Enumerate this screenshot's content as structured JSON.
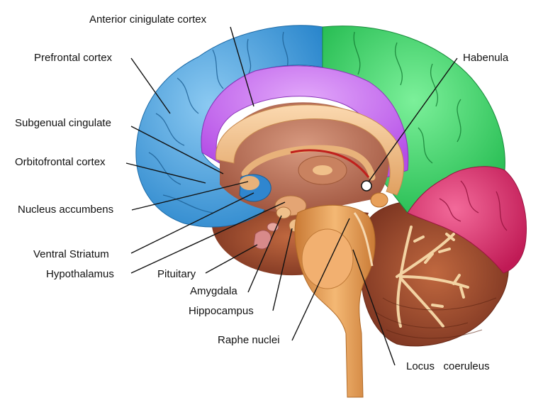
{
  "labels": {
    "anterior_cingulate": "Anterior cinigulate cortex",
    "prefrontal": "Prefrontal cortex",
    "subgenual": "Subgenual cingulate",
    "orbitofrontal": "Orbitofrontal cortex",
    "nucleus_accumbens": "Nucleus accumbens",
    "ventral_striatum": "Ventral Striatum",
    "hypothalamus": "Hypothalamus",
    "pituitary": "Pituitary",
    "amygdala": "Amygdala",
    "hippocampus": "Hippocampus",
    "raphe_nuclei": "Raphe nuclei",
    "locus_coeruleus": "Locus   coeruleus",
    "habenula": "Habenula"
  },
  "colors": {
    "prefrontal_blue": "#4aa3e0",
    "cingulate_purple": "#c66cf0",
    "parietal_green": "#3fd66a",
    "occipital_pink": "#e0306e",
    "cerebellum_brown": "#9a4a2e",
    "corpus_callosum": "#f0c090",
    "brainstem": "#e8a05a",
    "leader_line": "#111111"
  }
}
